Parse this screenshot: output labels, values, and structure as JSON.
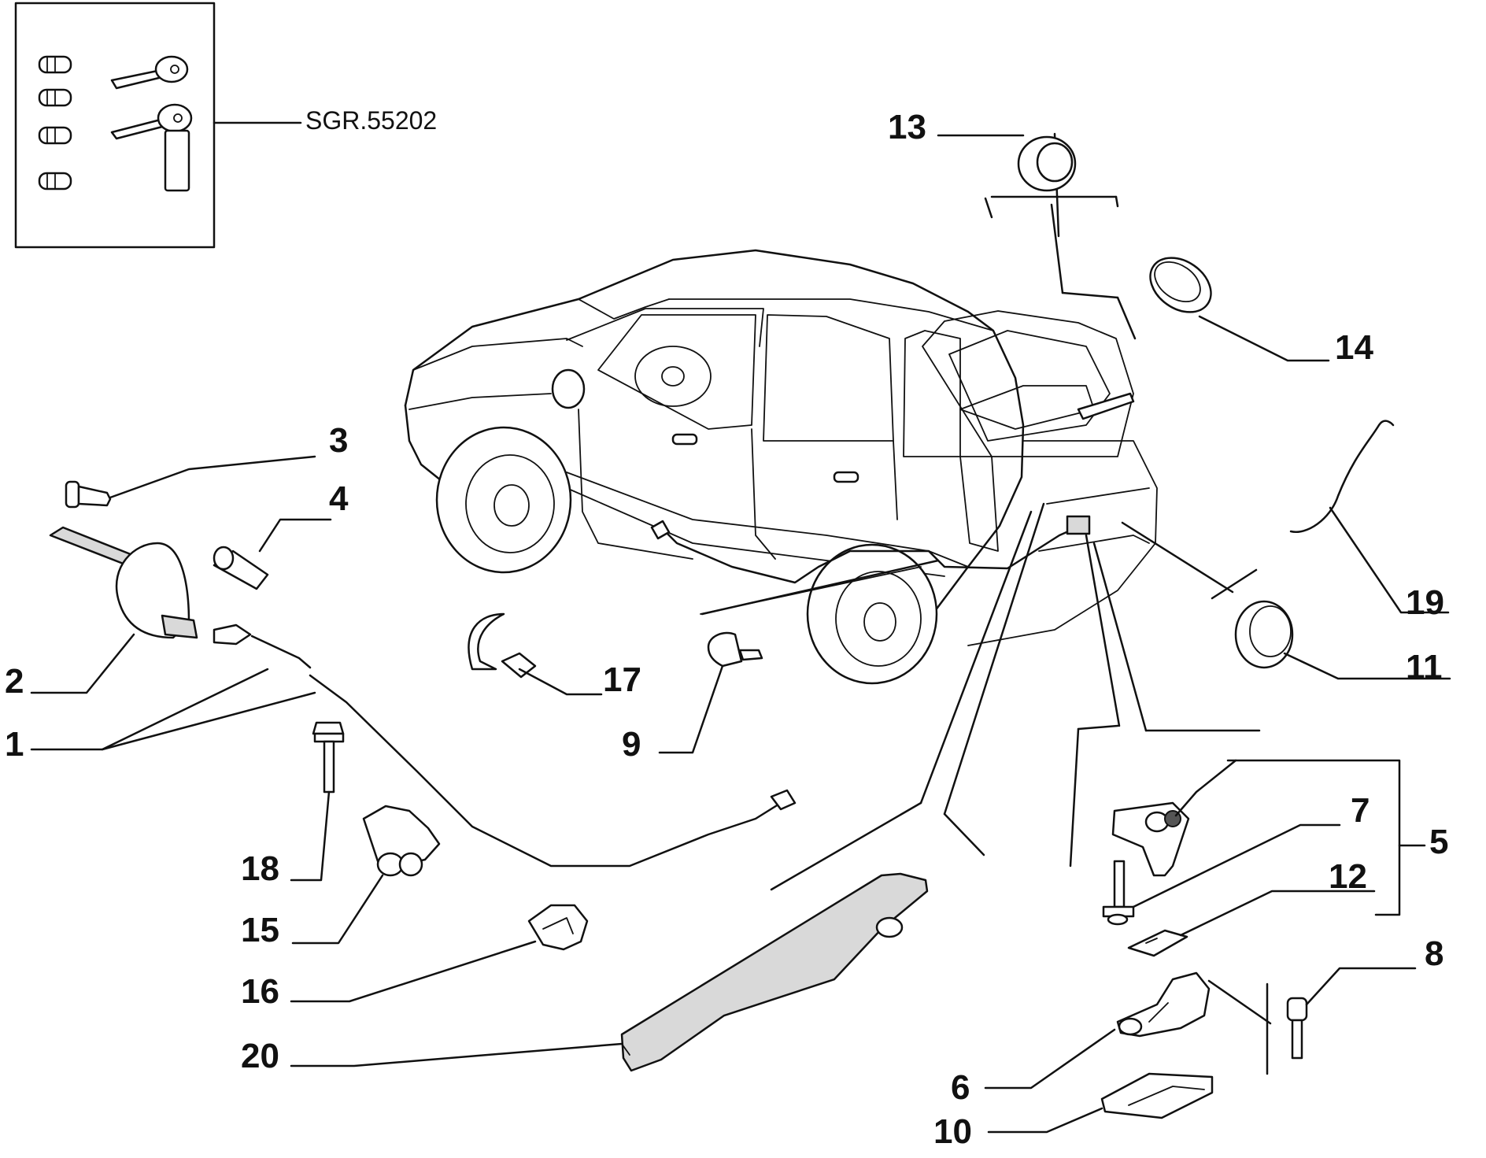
{
  "kit_reference": "SGR.55202",
  "callouts": {
    "c1": "1",
    "c2": "2",
    "c3": "3",
    "c4": "4",
    "c5": "5",
    "c6": "6",
    "c7": "7",
    "c8": "8",
    "c9": "9",
    "c10": "10",
    "c11": "11",
    "c12": "12",
    "c13": "13",
    "c14": "14",
    "c15": "15",
    "c16": "16",
    "c17": "17",
    "c18": "18",
    "c19": "19",
    "c20": "20"
  },
  "colors": {
    "line": "#111111",
    "background": "#ffffff",
    "shade": "#d9d9d9"
  }
}
